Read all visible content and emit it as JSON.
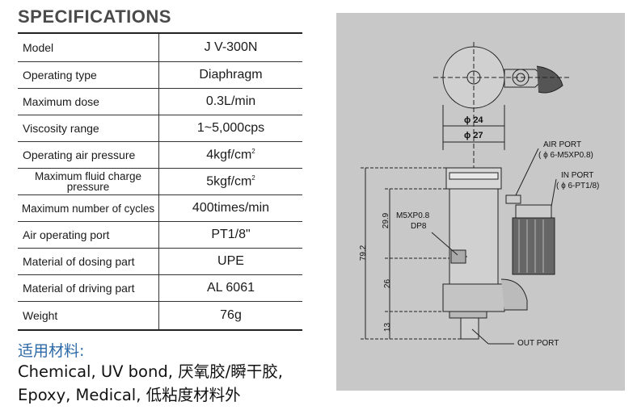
{
  "title": "SPECIFICATIONS",
  "specs": [
    {
      "label": "Model",
      "value": "J V-300N"
    },
    {
      "label": "Operating type",
      "value": "Diaphragm"
    },
    {
      "label": "Maximum dose",
      "value": "0.3L/min"
    },
    {
      "label": "Viscosity range",
      "value": "1~5,000cps"
    },
    {
      "label": "Operating air pressure",
      "value": "4kgf/cm",
      "sup": "2"
    },
    {
      "label": "Maximum fluid charge pressure",
      "value": "5kgf/cm",
      "sup": "2"
    },
    {
      "label": "Maximum number of cycles",
      "value": "400times/min"
    },
    {
      "label": "Air operating port",
      "value": "PT1/8\""
    },
    {
      "label": "Material of  dosing part",
      "value": "UPE"
    },
    {
      "label": "Material of  driving part",
      "value": "AL 6061"
    },
    {
      "label": "Weight",
      "value": "76g"
    }
  ],
  "usage": {
    "heading": "适用材料:",
    "line1": "Chemical, UV bond, 厌氧胶/瞬干胶,",
    "line2": "Epoxy, Medical, 低粘度材料外"
  },
  "drawing": {
    "dim_phi24": "24",
    "dim_phi27": "27",
    "phi_symbol": "ϕ",
    "air_port_label": "AIR PORT",
    "air_port_spec": "( ϕ 6-M5XP0.8)",
    "in_port_label": "IN PORT",
    "in_port_spec": "( ϕ 6-PT1/8)",
    "m5_label": "M5XP0.8",
    "dp_label": "DP8",
    "dim_total": "79.2",
    "dim_upper": "29.9",
    "dim_middle": "26",
    "dim_lower": "13",
    "out_port_label": "OUT PORT"
  }
}
